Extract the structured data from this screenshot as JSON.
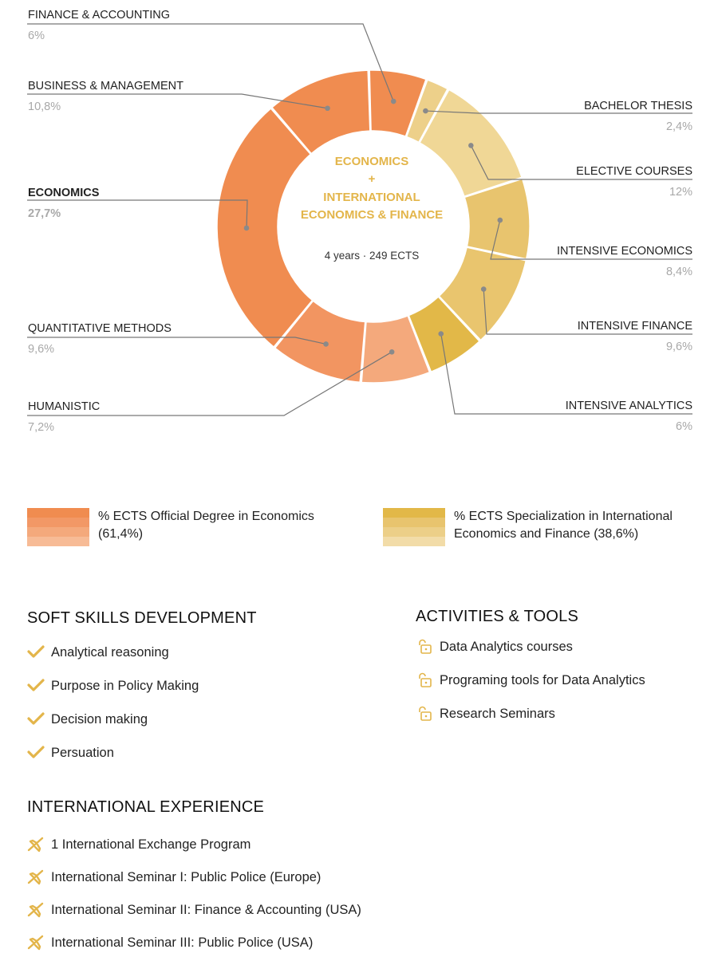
{
  "chart_data": {
    "type": "pie",
    "center_title": [
      "ECONOMICS",
      "+",
      "INTERNATIONAL",
      "ECONOMICS & FINANCE"
    ],
    "center_subtitle": "4 years · 249 ECTS",
    "slices": [
      {
        "label": "FINANCE & ACCOUNTING",
        "display_value": "6%",
        "value": 6,
        "color": "#f08c50",
        "group": "economics"
      },
      {
        "label": "BACHELOR THESIS",
        "display_value": "2,4%",
        "value": 2.4,
        "color": "#edd08a",
        "group": "specialization"
      },
      {
        "label": "ELECTIVE COURSES",
        "display_value": "12%",
        "value": 12,
        "color": "#f0d796",
        "group": "specialization"
      },
      {
        "label": "INTENSIVE ECONOMICS",
        "display_value": "8,4%",
        "value": 8.4,
        "color": "#e8c46e",
        "group": "specialization"
      },
      {
        "label": "INTENSIVE FINANCE",
        "display_value": "9,6%",
        "value": 9.6,
        "color": "#e9c56e",
        "group": "specialization"
      },
      {
        "label": "INTENSIVE ANALYTICS",
        "display_value": "6%",
        "value": 6,
        "color": "#e2b848",
        "group": "specialization"
      },
      {
        "label": "HUMANISTIC",
        "display_value": "7,2%",
        "value": 7.2,
        "color": "#f4a97c",
        "group": "economics"
      },
      {
        "label": "QUANTITATIVE METHODS",
        "display_value": "9,6%",
        "value": 9.6,
        "color": "#f29561",
        "group": "economics"
      },
      {
        "label": "ECONOMICS",
        "display_value": "27,7%",
        "value": 27.7,
        "color": "#f08c50",
        "group": "economics",
        "emphasis": true
      },
      {
        "label": "BUSINESS & MANAGEMENT",
        "display_value": "10,8%",
        "value": 10.8,
        "color": "#f08c50",
        "group": "economics"
      }
    ],
    "legend": [
      {
        "text": "% ECTS Official Degree in Economics (61,4%)",
        "colors": [
          "#f08c50",
          "#f29866",
          "#f4a97c",
          "#f7bb96"
        ]
      },
      {
        "text": "% ECTS Specialization in International Economics and Finance (38,6%)",
        "colors": [
          "#e2b848",
          "#e8c46e",
          "#eccf88",
          "#f2dca8"
        ]
      }
    ]
  },
  "soft_skills": {
    "title": "SOFT SKILLS DEVELOPMENT",
    "items": [
      "Analytical reasoning",
      "Purpose in Policy Making",
      "Decision making",
      "Persuation"
    ]
  },
  "activities": {
    "title": "ACTIVITIES & TOOLS",
    "items": [
      "Data Analytics courses",
      "Programing tools for Data Analytics",
      "Research Seminars"
    ]
  },
  "international": {
    "title": "INTERNATIONAL EXPERIENCE",
    "items": [
      "1 International Exchange Program",
      "International Seminar I: Public Police (Europe)",
      "International Seminar II: Finance & Accounting (USA)",
      "International Seminar III: Public Police (USA)"
    ]
  },
  "colors": {
    "accent_gold": "#e3b54a",
    "accent_orange": "#f08c50",
    "label_gray": "#a8a8a8",
    "leader_gray": "#777777"
  },
  "icons": {
    "soft_skills": "check-icon",
    "activities": "lock-open-icon",
    "international": "airplane-icon"
  }
}
